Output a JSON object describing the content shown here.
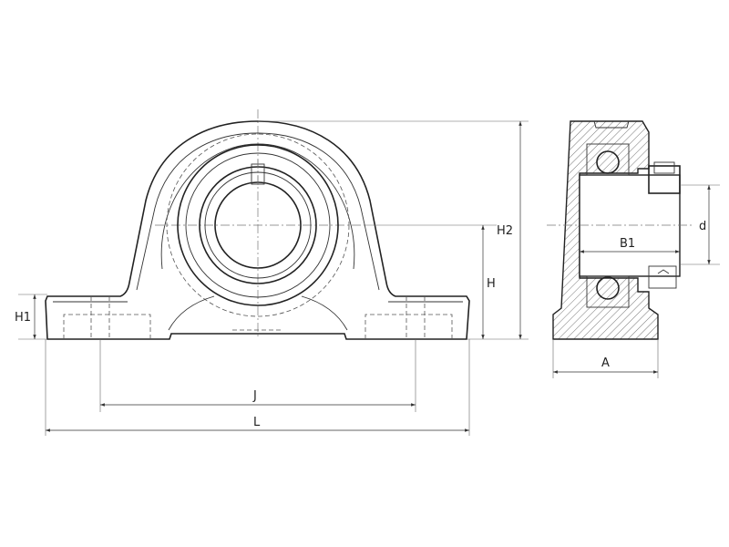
{
  "labels": {
    "H1": "H1",
    "H": "H",
    "H2": "H2",
    "J": "J",
    "L": "L",
    "A": "A",
    "B1": "B1",
    "d": "d"
  },
  "colors": {
    "line": "#222222",
    "hatch": "#555555",
    "background": "#ffffff"
  }
}
